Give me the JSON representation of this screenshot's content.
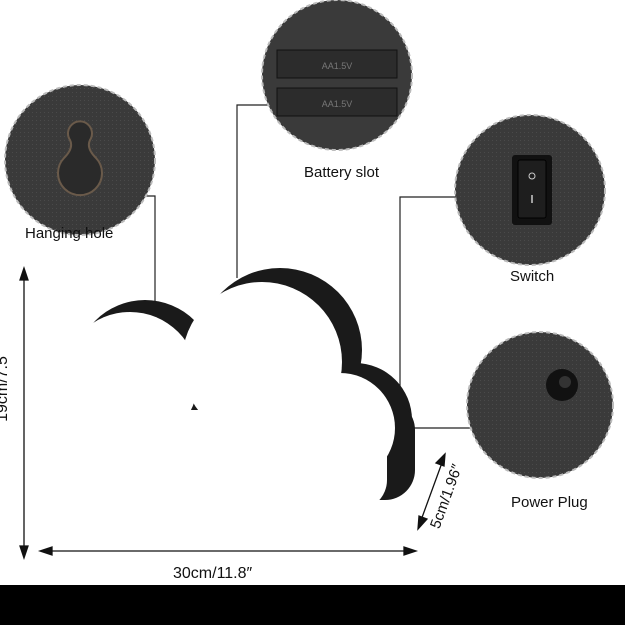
{
  "labels": {
    "hanging_hole": "Hanging hole",
    "battery_slot": "Battery slot",
    "switch": "Switch",
    "power_plug": "Power Plug"
  },
  "dimensions": {
    "height": "19cm/7.5",
    "width": "30cm/11.8″",
    "depth": "5cm/1.96″"
  },
  "battery_markings": [
    "AA1.5V",
    "AA1.5V"
  ],
  "colors": {
    "device": "#1a1a1a",
    "face": "#ffffff",
    "detail": "#3a3a3a"
  }
}
